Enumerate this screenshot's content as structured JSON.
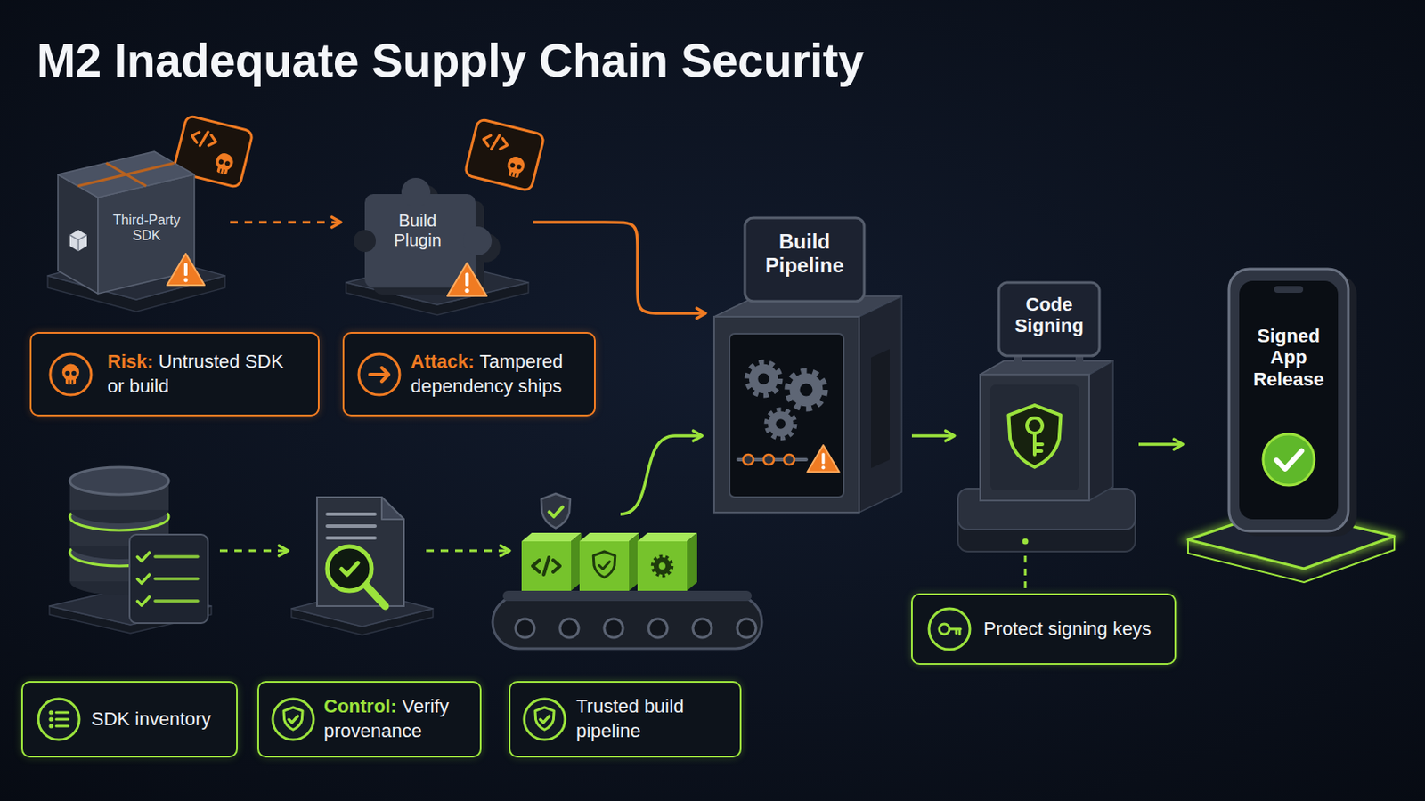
{
  "diagram": {
    "title": "M2 Inadequate Supply Chain Security",
    "nodes": [
      {
        "text": [
          "Third-Party SDK"
        ]
      },
      {
        "text": [
          "Build Plugin"
        ]
      },
      {
        "text": [
          "Risk:",
          "Untrusted SDK or build"
        ]
      },
      {
        "text": [
          "Attack:",
          "Tampered dependency ships"
        ]
      },
      {
        "text": [
          "Build Pipeline"
        ]
      },
      {
        "text": [
          "Code Signing"
        ]
      },
      {
        "text": [
          "Signed App Release"
        ]
      },
      {
        "text": [
          "Protect signing keys"
        ]
      },
      {
        "text": [
          "SDK inventory"
        ]
      },
      {
        "text": [
          "Control:",
          "Verify provenance"
        ]
      },
      {
        "text": [
          "Trusted build pipeline"
        ]
      }
    ],
    "edges": [
      {
        "from": 0,
        "to": 1,
        "arrow": "to"
      },
      {
        "from": 1,
        "to": 4,
        "arrow": "to"
      },
      {
        "from": 4,
        "to": 5,
        "arrow": "to"
      },
      {
        "from": 5,
        "to": 6,
        "arrow": "to"
      },
      {
        "from": 5,
        "to": 7,
        "arrow": "none"
      }
    ]
  }
}
